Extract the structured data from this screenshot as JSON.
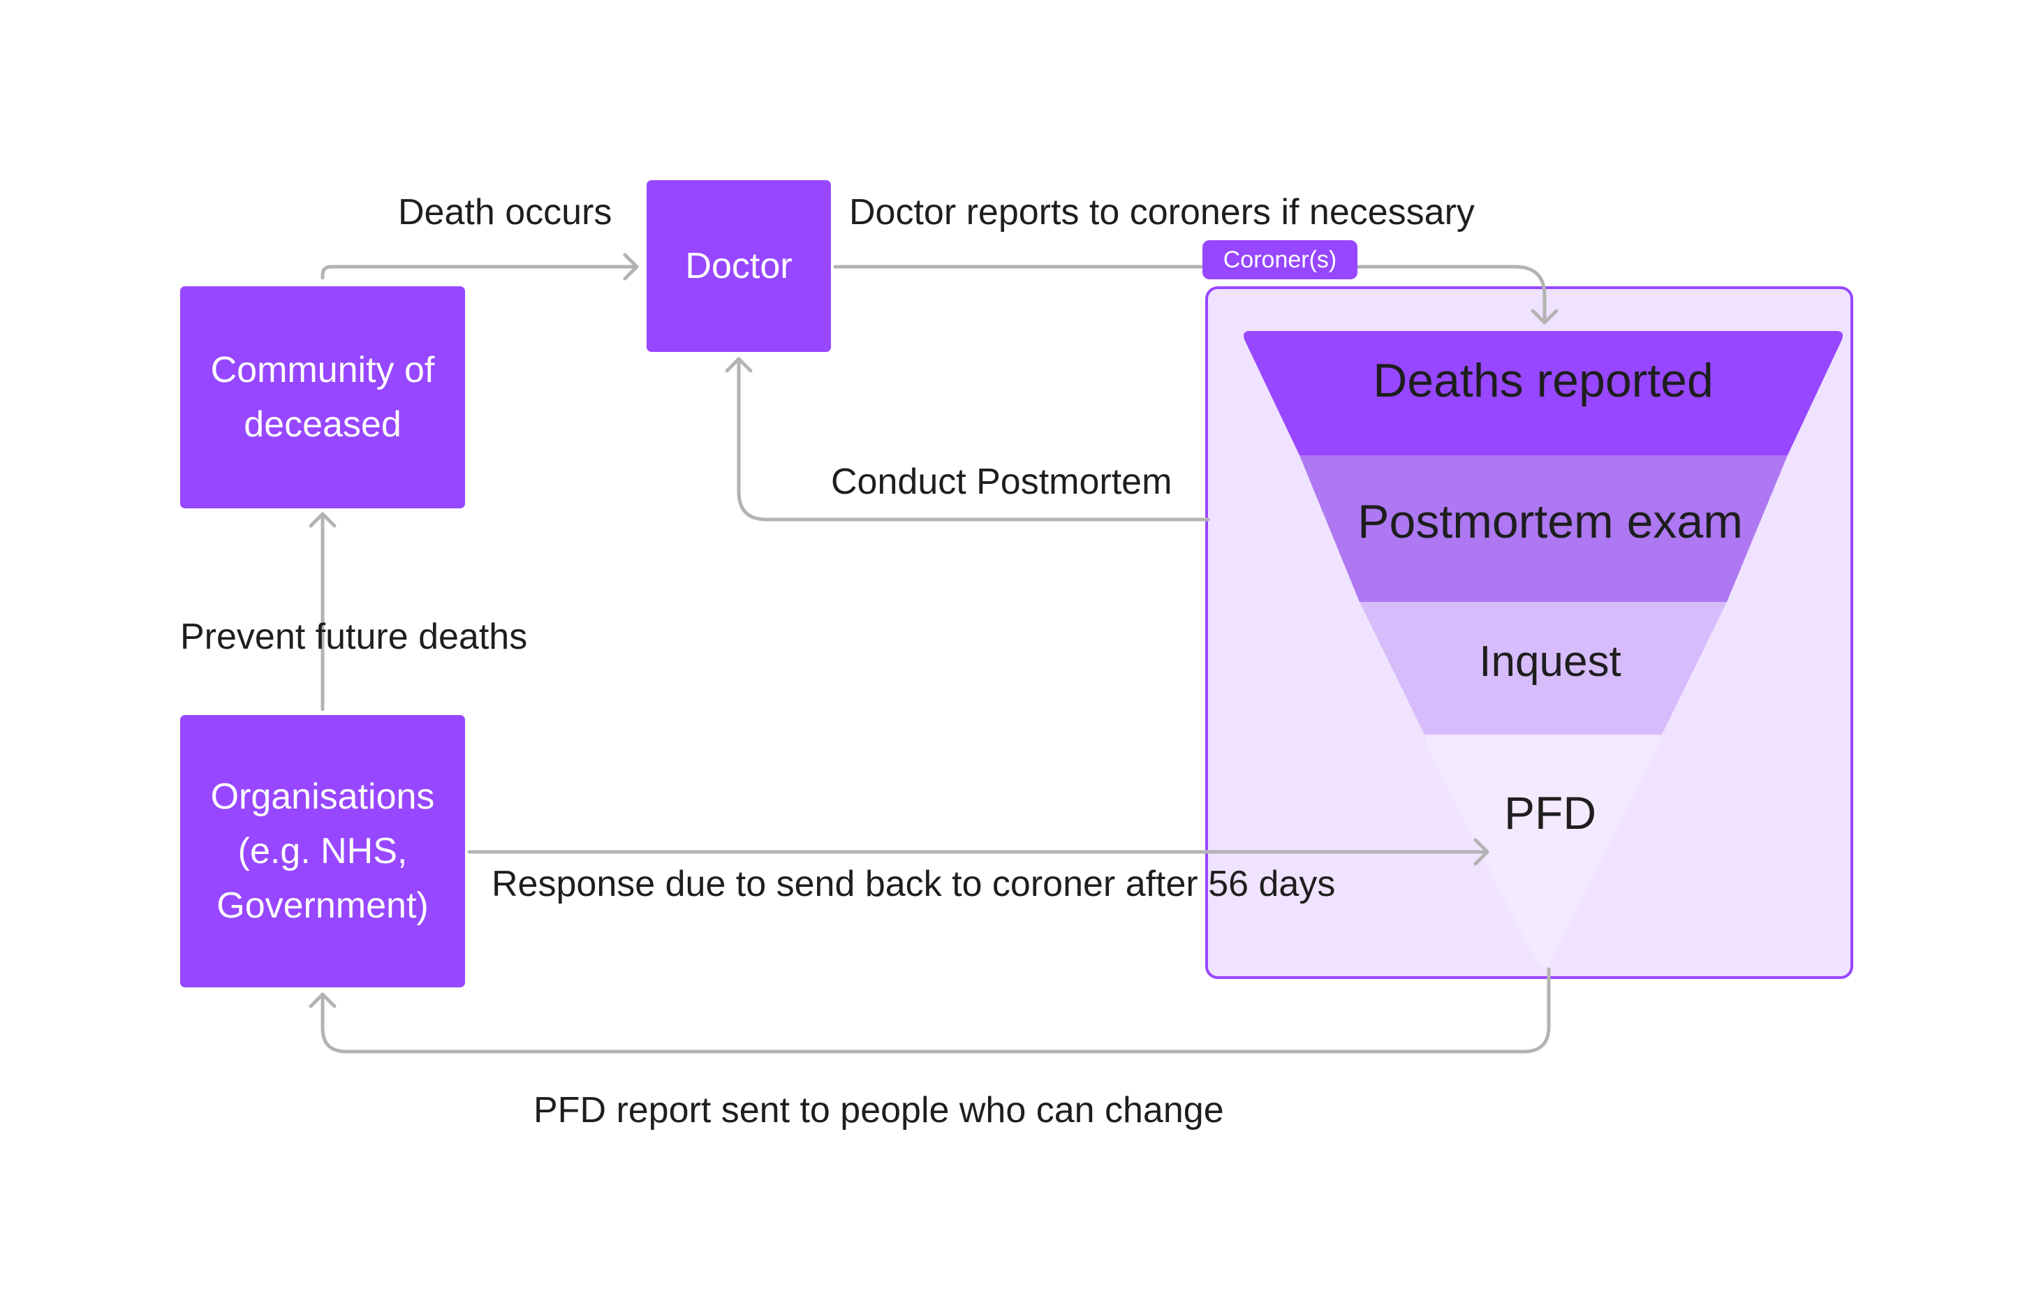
{
  "nodes": {
    "community": "Community of deceased",
    "doctor": "Doctor",
    "organisations": "Organisations (e.g. NHS, Government)"
  },
  "group": {
    "tag": "Coroner(s)"
  },
  "funnel": {
    "stages": [
      "Deaths reported",
      "Postmortem exam",
      "Inquest",
      "PFD"
    ],
    "colors": [
      "#9747FF",
      "#AD78F2",
      "#D7BCFB",
      "#F3EAFF"
    ]
  },
  "edges": {
    "death_occurs": "Death occurs",
    "doctor_reports": "Doctor reports to coroners if necessary",
    "conduct_postmortem": "Conduct Postmortem",
    "prevent_future": "Prevent future deaths",
    "response_due": "Response due to send back to coroner after 56 days",
    "pfd_report": "PFD report sent to people who can change"
  },
  "colors": {
    "accent": "#9747FF",
    "group_fill": "#efe3ff",
    "connector": "#b3b3b3"
  }
}
